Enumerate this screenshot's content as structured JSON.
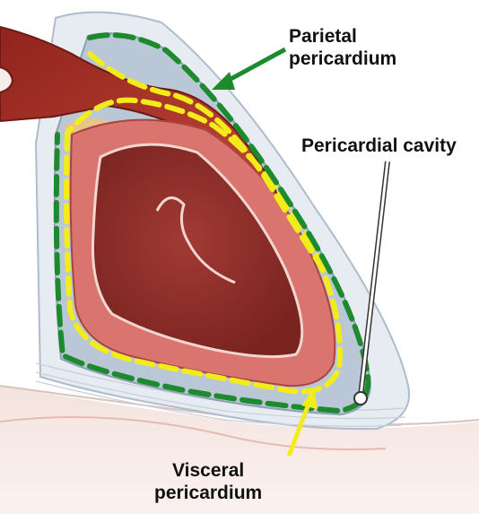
{
  "labels": {
    "parietal_line1": "Parietal",
    "parietal_line2": "pericardium",
    "cavity": "Pericardial cavity",
    "visceral_line1": "Visceral",
    "visceral_line2": "pericardium"
  },
  "colors": {
    "parietal_outline": "#1e8a2e",
    "visceral_outline": "#f2ec1a",
    "parietal_arrow": "#1e8a2e",
    "visceral_arrow": "#f2ec1a",
    "cavity_pointer": "#ffffff",
    "pericardial_sac": "#b9c7d6",
    "myocardium": "#d9756e",
    "chamber": "#8e2f2c",
    "great_vessel": "#a22b22",
    "fat": "#e8c48a",
    "fibrous_layer": "#e6ecf2"
  }
}
